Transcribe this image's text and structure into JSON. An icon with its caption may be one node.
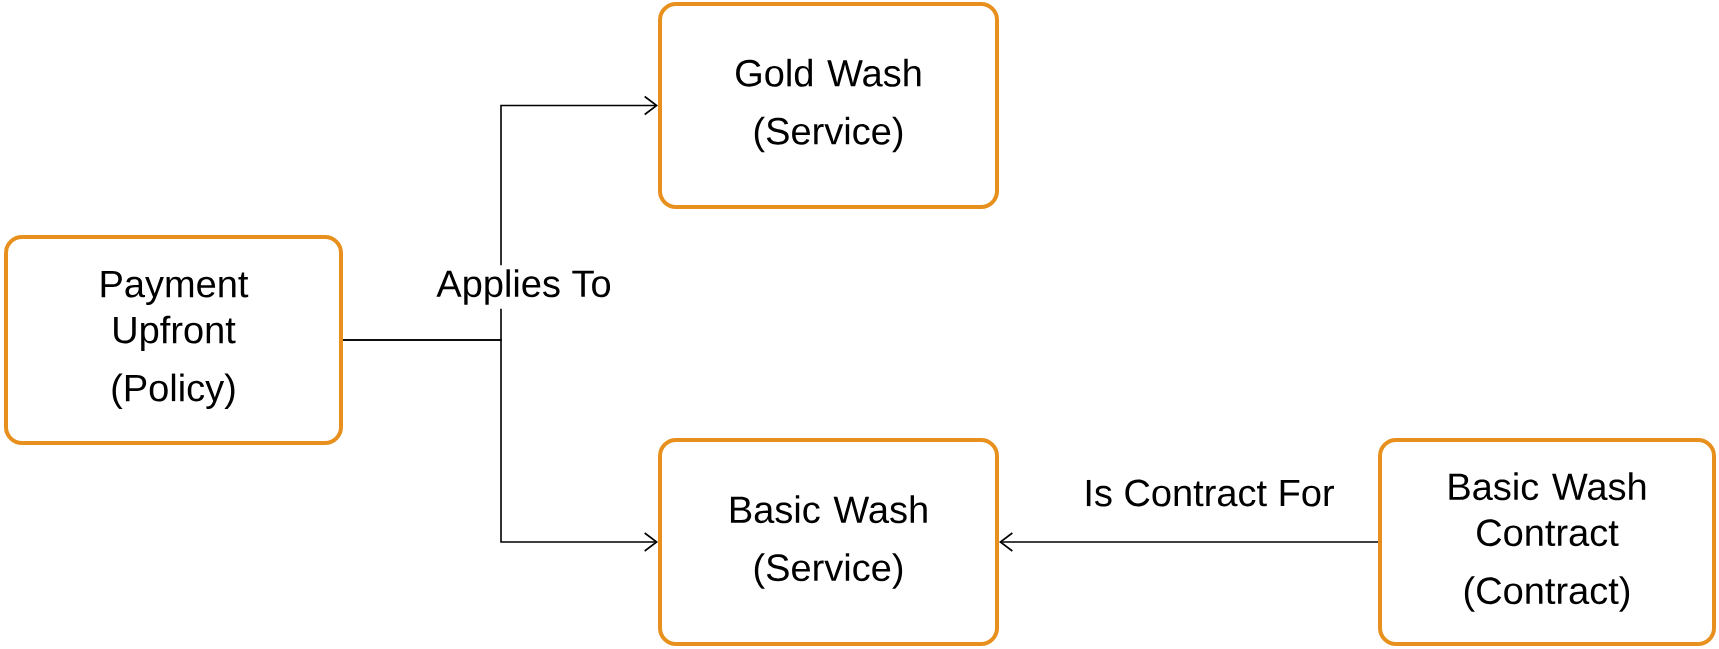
{
  "diagram": {
    "nodes": [
      {
        "text": [
          "Payment Upfront",
          "(Policy)"
        ]
      },
      {
        "text": [
          "Gold Wash",
          "(Service)"
        ]
      },
      {
        "text": [
          "Basic Wash",
          "(Service)"
        ]
      },
      {
        "text": [
          "Basic Wash Contract",
          "(Contract)"
        ]
      }
    ],
    "edges": [
      {
        "from": 0,
        "to": 1,
        "arrow": "to",
        "label": "Applies To"
      },
      {
        "from": 0,
        "to": 2,
        "arrow": "to"
      },
      {
        "from": 3,
        "to": 2,
        "arrow": "to",
        "label": "Is Contract For"
      }
    ]
  }
}
